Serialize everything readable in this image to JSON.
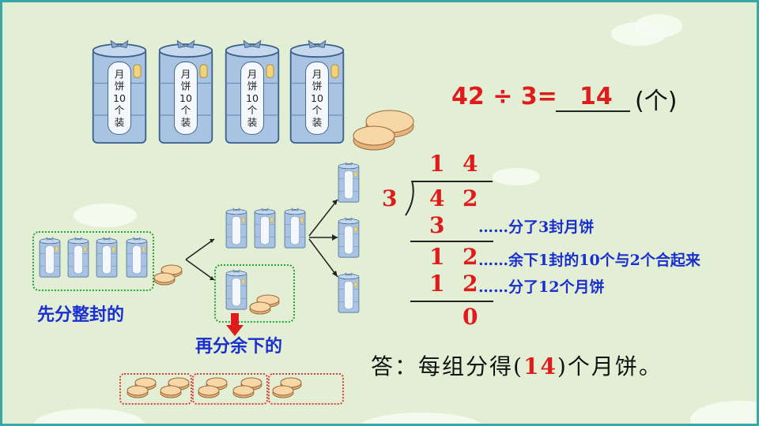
{
  "equation": {
    "left": "42",
    "op": "÷",
    "divisor": "3",
    "equals": "=",
    "result": "14",
    "unit": "(个)"
  },
  "can_label": "月饼10个装",
  "division": {
    "quotient": [
      "1",
      "4"
    ],
    "divisor": "3",
    "dividend": [
      "4",
      "2"
    ],
    "step1": "3",
    "step2": [
      "1",
      "2"
    ],
    "step3": [
      "1",
      "2"
    ],
    "remainder": "0"
  },
  "notes": {
    "n1": "……分了3封月饼",
    "n2": "……余下1封的10个与2个合起来",
    "n3": "……分了12个月饼"
  },
  "labels": {
    "first": "先分整封的",
    "then": "再分余下的"
  },
  "answer": {
    "prefix": "答：每组分得(",
    "value": "14",
    "suffix": ")个月饼。"
  },
  "colors": {
    "can": "#a9c3e3",
    "accent_red": "#e01b1b",
    "text_blue": "#1a2fd0",
    "box_green": "#23a13a",
    "cake": "#f2c99a"
  }
}
